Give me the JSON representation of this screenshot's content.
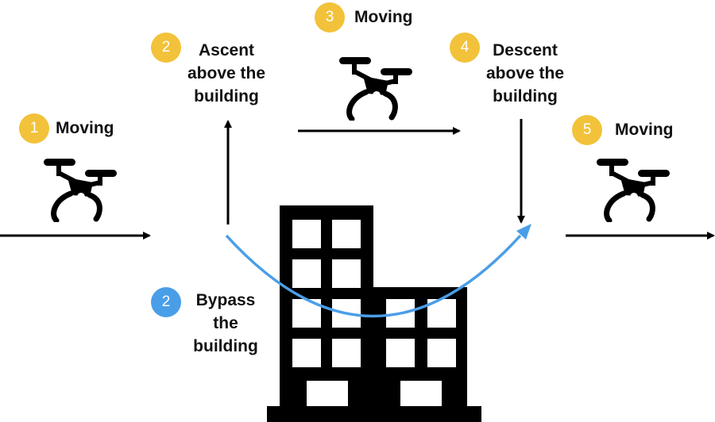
{
  "colors": {
    "step_badge": "#F2C23A",
    "bypass_badge": "#4A9EE8",
    "bypass_path": "#4A9EE8",
    "arrow": "#000000",
    "building": "#000000",
    "window": "#ffffff"
  },
  "steps": [
    {
      "number": "1",
      "lines": [
        "Moving"
      ]
    },
    {
      "number": "2",
      "lines": [
        "Ascent",
        "above the",
        "building"
      ]
    },
    {
      "number": "3",
      "lines": [
        "Moving"
      ]
    },
    {
      "number": "4",
      "lines": [
        "Descent",
        "above the",
        "building"
      ]
    },
    {
      "number": "5",
      "lines": [
        "Moving"
      ]
    }
  ],
  "bypass": {
    "number": "2",
    "lines": [
      "Bypass",
      "the",
      "building"
    ]
  },
  "icons": [
    "drone-icon",
    "drone-icon",
    "drone-icon",
    "building-icon"
  ]
}
